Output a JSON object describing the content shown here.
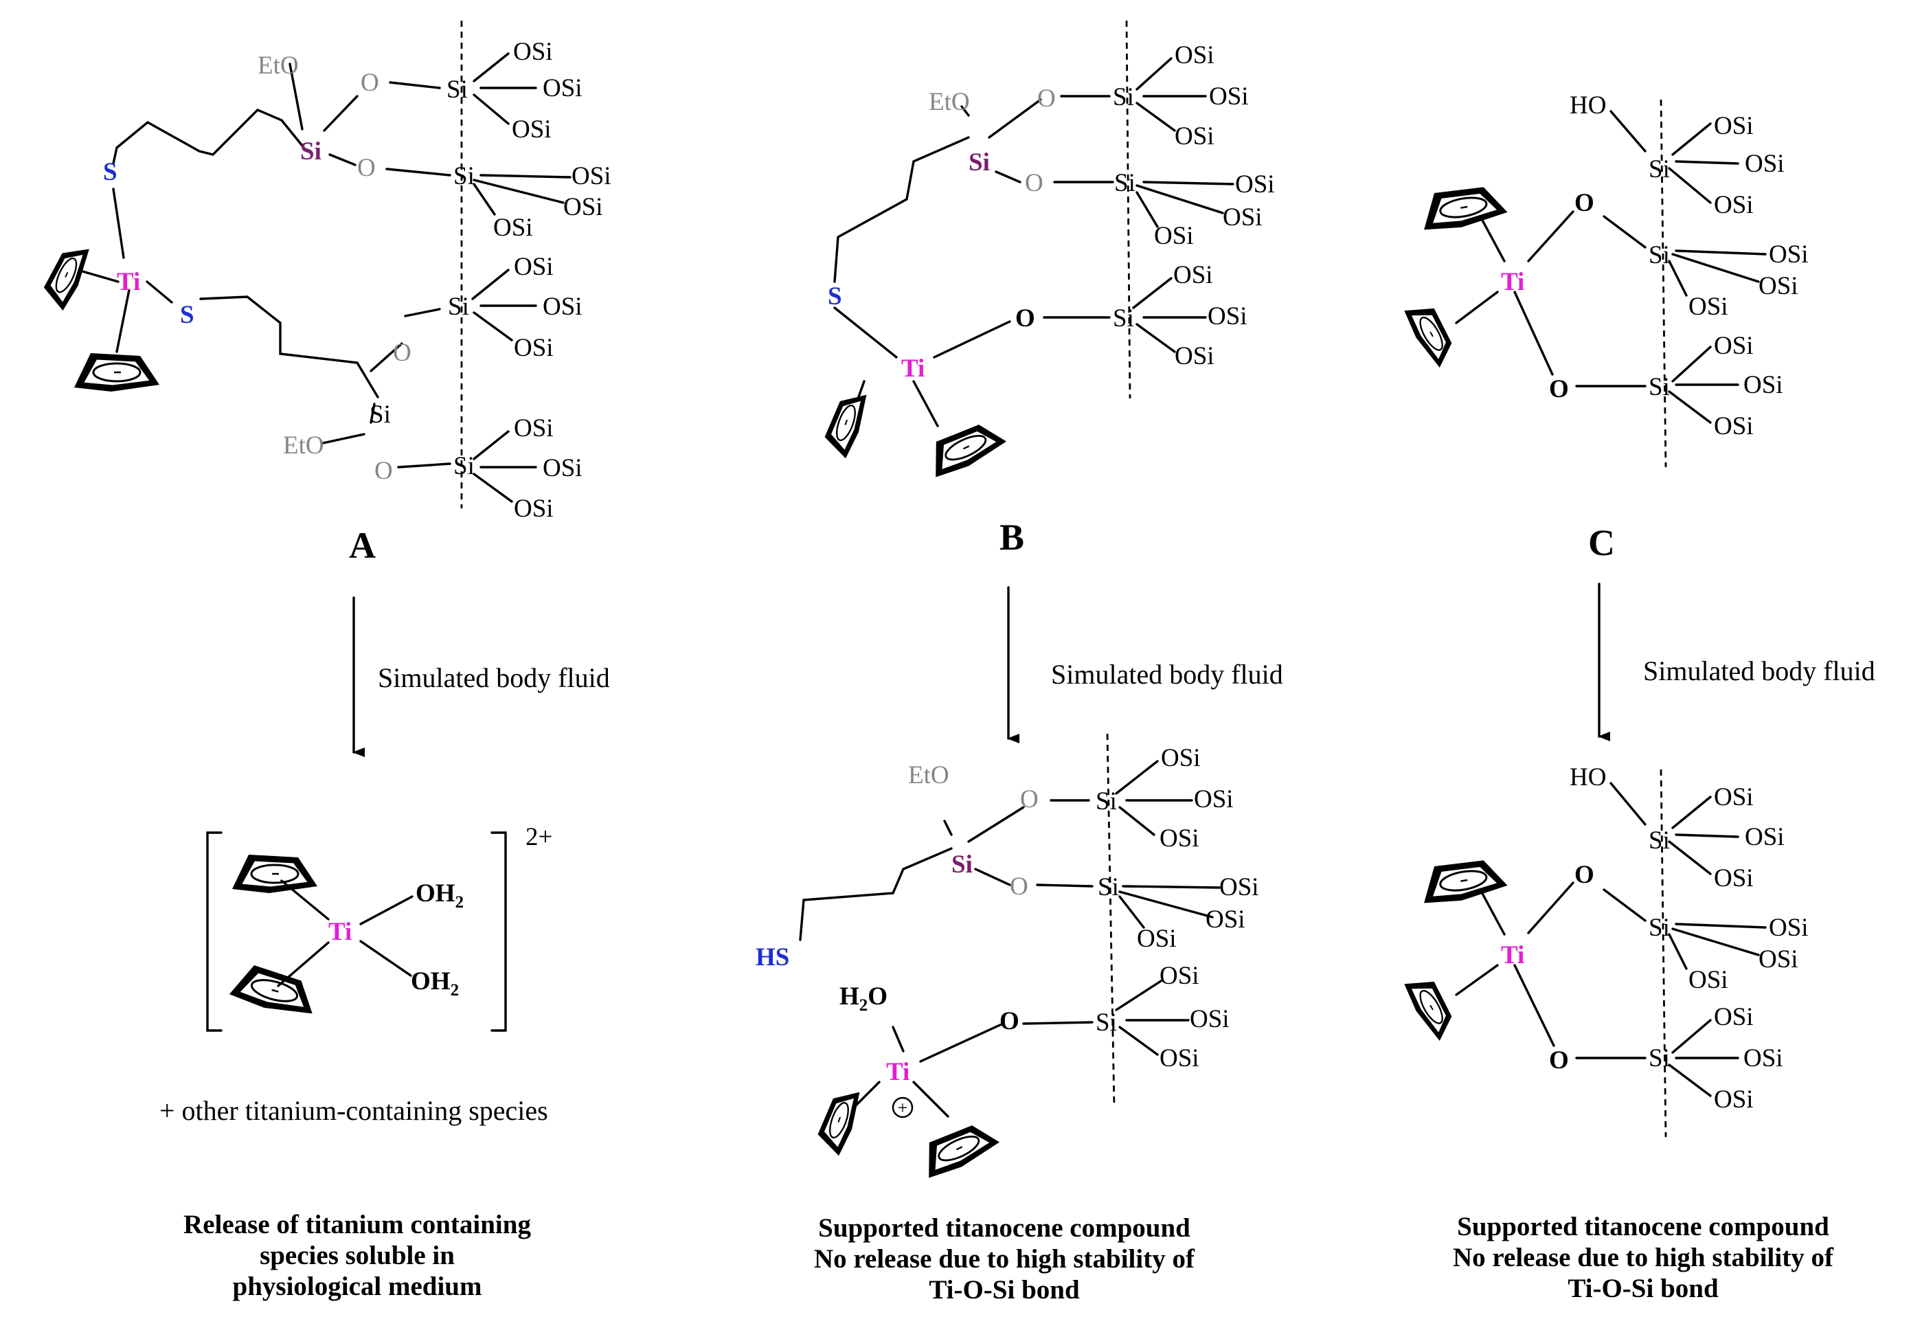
{
  "diagram": {
    "panels": [
      "A",
      "B",
      "C"
    ],
    "arrow_label": "Simulated body fluid",
    "atoms": {
      "ti": "Ti",
      "s": "S",
      "si": "Si",
      "o": "O",
      "osi": "OSi",
      "eto": "EtO",
      "ho": "HO",
      "hs": "HS",
      "oh": "OH",
      "h": "H",
      "two": "2",
      "charge": "2+",
      "plus": "+"
    },
    "other_species": "+ other titanium-containing species",
    "captions": {
      "A": [
        "Release of titanium containing",
        "species soluble in",
        "physiological medium"
      ],
      "B": [
        "Supported titanocene compound",
        "No release due to high stability of",
        "Ti-O-Si bond"
      ],
      "C": [
        "Supported titanocene compound",
        "No release due to high stability of",
        "Ti-O-Si bond"
      ]
    },
    "colors": {
      "ti": "#e21fd4",
      "s": "#1f2fd0",
      "si_linker": "#7a1f6e",
      "gray": "#858585",
      "black": "#000000"
    }
  }
}
